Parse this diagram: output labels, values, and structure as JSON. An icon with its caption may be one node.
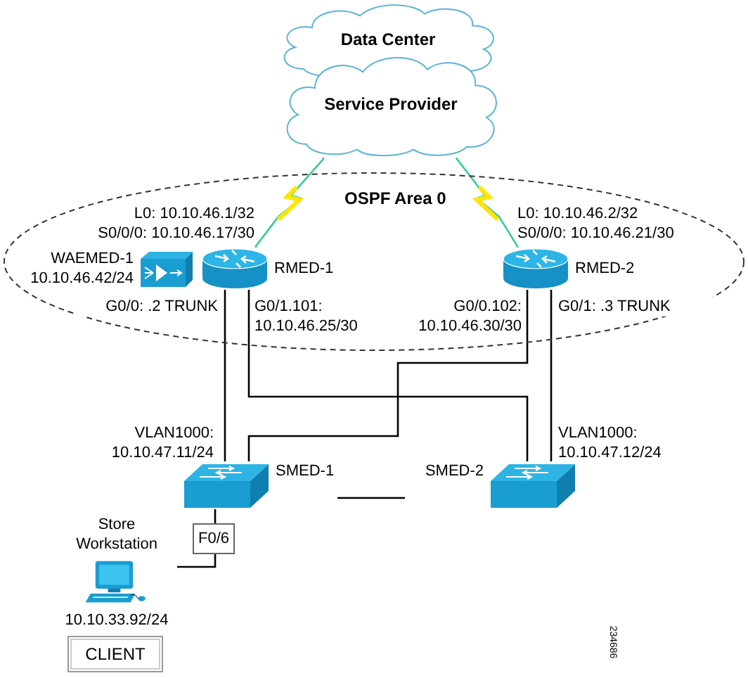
{
  "diagram": {
    "nodes": [
      {
        "text": [
          "Data Center"
        ]
      },
      {
        "text": [
          "Service Provider"
        ]
      },
      {
        "text": [
          "OSPF Area 0"
        ]
      },
      {
        "text": [
          "WAEMED-1",
          "10.10.46.42/24"
        ],
        "in": 2
      },
      {
        "text": [
          "RMED-1"
        ],
        "beside": [
          "L0: 10.10.46.1/32",
          "S0/0/0: 10.10.46.17/30"
        ],
        "in": 2
      },
      {
        "text": [
          "RMED-2"
        ],
        "beside": [
          "L0: 10.10.46.2/32",
          "S0/0/0: 10.10.46.21/30"
        ],
        "in": 2
      },
      {
        "text": [
          "SMED-1"
        ],
        "beside": [
          "VLAN1000: 10.10.47.11/24"
        ]
      },
      {
        "text": [
          "SMED-2"
        ],
        "beside": [
          "VLAN1000: 10.10.47.12/24"
        ]
      },
      {
        "text": [
          "Store Workstation",
          "10.10.33.92/24"
        ]
      },
      {
        "text": [
          "CLIENT"
        ]
      }
    ],
    "edges": [
      {
        "from": 1,
        "to": 4,
        "arrow": "none",
        "color": "#33cc99"
      },
      {
        "from": 1,
        "to": 5,
        "arrow": "none",
        "color": "#33cc99"
      },
      {
        "from": 4,
        "to": 6,
        "arrow": "none",
        "label": "G0/0: .2 TRUNK"
      },
      {
        "from": 4,
        "to": 7,
        "arrow": "none",
        "label": "G0/1.101: 10.10.46.25/30"
      },
      {
        "from": 5,
        "to": 6,
        "arrow": "none",
        "label": "G0/0.102: 10.10.46.30/30"
      },
      {
        "from": 5,
        "to": 7,
        "arrow": "none",
        "label": "G0/1: .3 TRUNK"
      },
      {
        "from": 6,
        "to": 7,
        "arrow": "none"
      },
      {
        "from": 6,
        "to": 8,
        "arrow": "none",
        "label": "F0/6"
      }
    ],
    "labels": [
      "234686"
    ]
  }
}
